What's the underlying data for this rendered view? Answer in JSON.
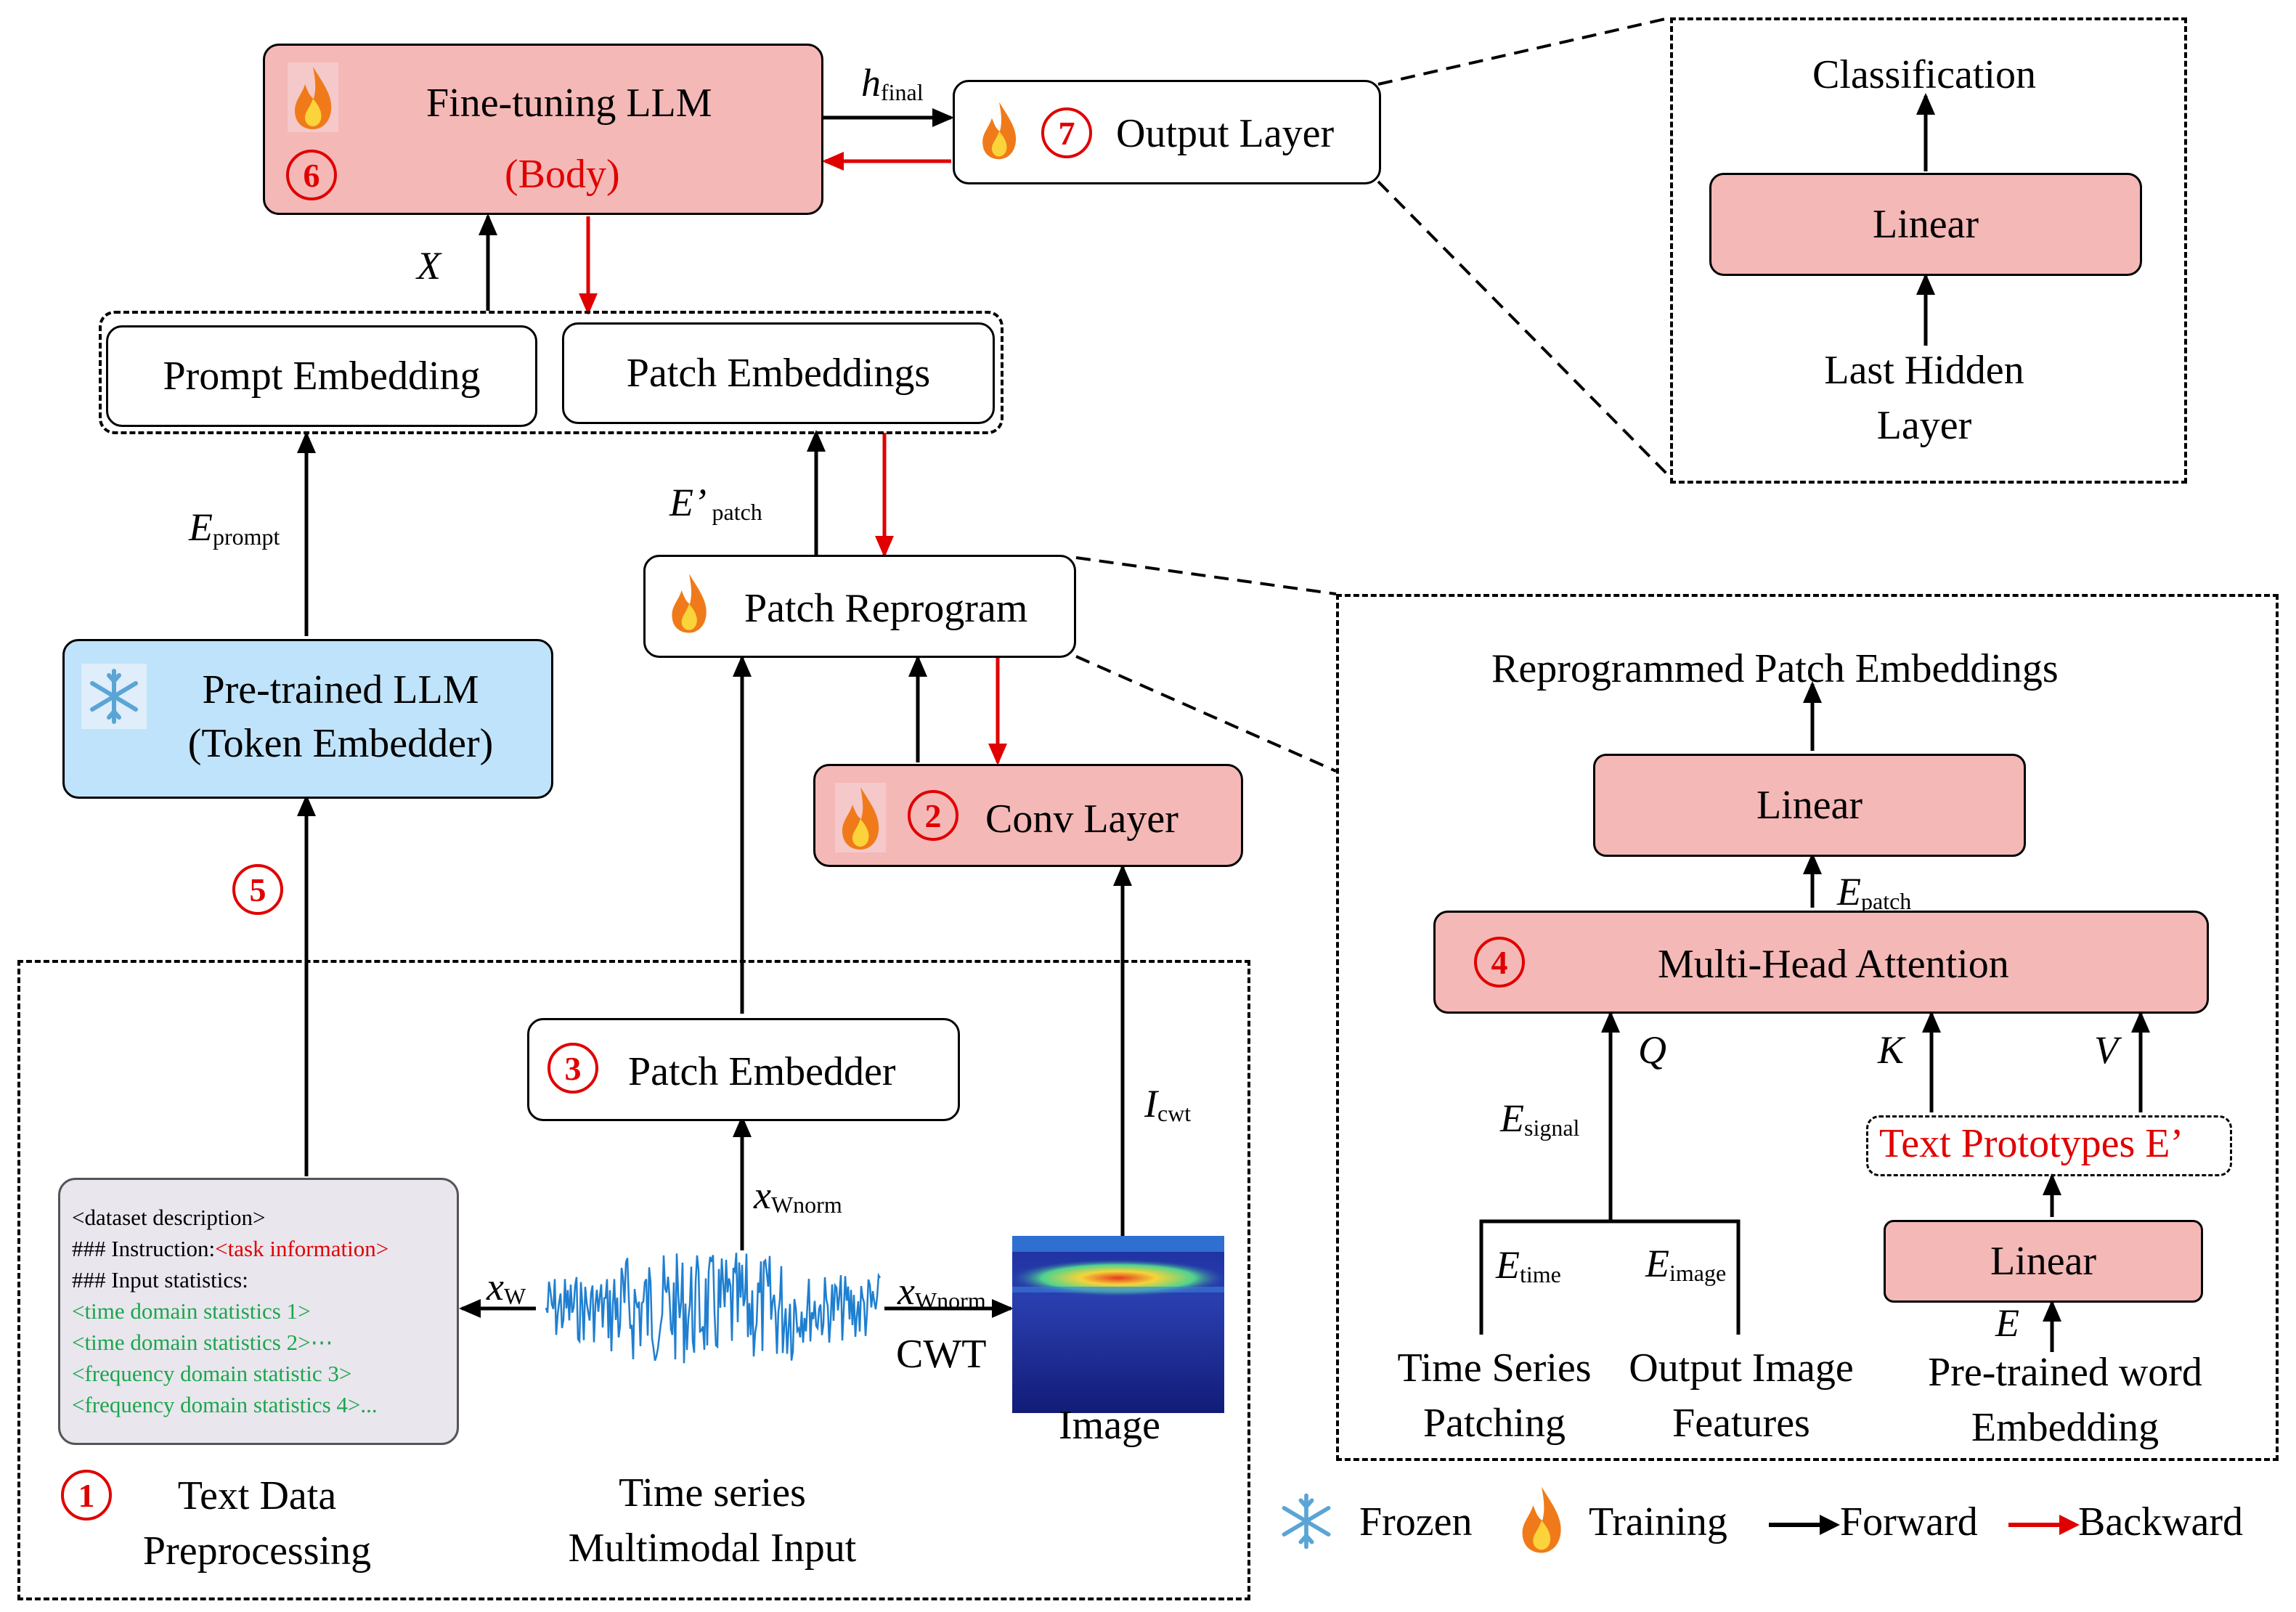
{
  "top": {
    "fine_tuning_llm": "Fine-tuning LLM",
    "body": "(Body)",
    "output_layer": "Output Layer",
    "h_final": "h",
    "h_final_sub": "final",
    "x_label": "X"
  },
  "classification_panel": {
    "title": "Classification",
    "linear": "Linear",
    "last_hidden": "Last Hidden Layer"
  },
  "embeddings": {
    "prompt": "Prompt Embedding",
    "patch": "Patch Embeddings",
    "e_prompt": "E",
    "e_prompt_sub": "prompt",
    "e_patch_prime": "E’",
    "e_patch_prime_sub": "patch"
  },
  "reprogram": {
    "patch_reprogram": "Patch Reprogram",
    "conv_layer": "Conv Layer",
    "pretrained_llm": "Pre-trained LLM (Token Embedder)"
  },
  "reprogram_panel": {
    "title": "Reprogrammed Patch Embeddings",
    "linear_top": "Linear",
    "e_patch": "E",
    "e_patch_sub": "patch",
    "mha": "Multi-Head Attention",
    "q": "Q",
    "k": "K",
    "v": "V",
    "e_signal": "E",
    "e_signal_sub": "signal",
    "e_time": "E",
    "e_time_sub": "time",
    "e_image": "E",
    "e_image_sub": "image",
    "text_prototypes": "Text Prototypes E’",
    "linear_bottom": "Linear",
    "e": "E",
    "ts_patching": "Time Series Patching",
    "output_image_features": "Output Image Features",
    "pretrained_word": "Pre-trained word Embedding"
  },
  "input": {
    "patch_embedder": "Patch Embedder",
    "x_wnorm": "x",
    "x_wnorm_sub": "Wnorm",
    "x_w": "x",
    "x_w_sub": "W",
    "i_cwt": "I",
    "i_cwt_sub": "cwt",
    "cwt": "CWT",
    "image": "Image",
    "text_data_preprocessing": "Text Data Preprocessing",
    "ts_multimodal_input": "Time series Multimodal Input",
    "prompt_lines": {
      "l1": "<dataset description>",
      "l2a": "### Instruction:",
      "l2b": "<task information>",
      "l3": "### Input statistics:",
      "l4": "<time domain statistics 1>",
      "l5": "<time domain statistics 2>⋯",
      "l6": "<frequency domain statistic 3>",
      "l7": "<frequency domain statistics 4>..."
    }
  },
  "steps": {
    "s1": "1",
    "s2": "2",
    "s3": "3",
    "s4": "4",
    "s5": "5",
    "s6": "6",
    "s7": "7"
  },
  "legend": {
    "frozen": "Frozen",
    "training": "Training",
    "forward": "Forward",
    "backward": "Backward"
  },
  "colors": {
    "train_box": "#f4b8b7",
    "frozen_box": "#bfe3fa",
    "backward_arrow": "#e00000",
    "forward_arrow": "#000000",
    "step_circle": "#e00000",
    "prompt_green": "#1aa64a"
  },
  "icons": {
    "training": "flame-icon",
    "frozen": "snowflake-icon"
  }
}
